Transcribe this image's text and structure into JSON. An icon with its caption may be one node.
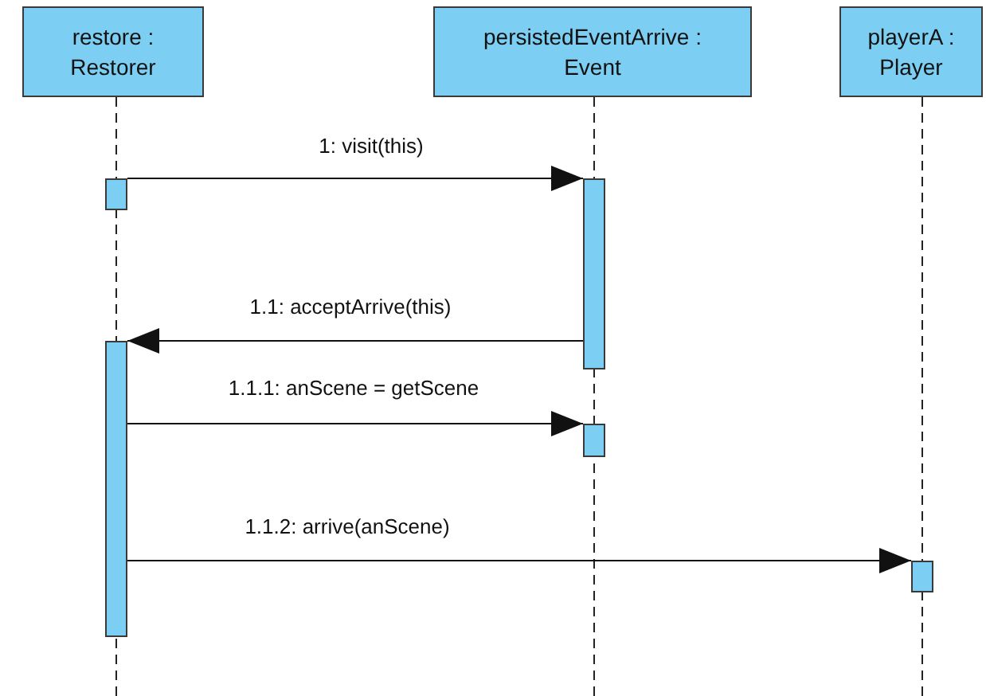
{
  "diagram": {
    "nodes": [
      {
        "text": [
          "restore : Restorer"
        ]
      },
      {
        "text": [
          "persistedEventArrive : Event"
        ]
      },
      {
        "text": [
          "playerA : Player"
        ]
      },
      {
        "text": [],
        "shape": "bar"
      },
      {
        "text": [],
        "shape": "bar"
      },
      {
        "text": [],
        "shape": "bar"
      },
      {
        "text": [],
        "shape": "bar"
      },
      {
        "text": [],
        "shape": "bar"
      }
    ],
    "edges": [
      {
        "from": 3,
        "to": 4,
        "arrow": "to",
        "label": "1: visit(this)"
      },
      {
        "from": 4,
        "to": 5,
        "arrow": "to",
        "label": "1.1: acceptArrive(this)"
      },
      {
        "from": 5,
        "to": 6,
        "arrow": "to",
        "label": "1.1.1: anScene = getScene"
      },
      {
        "from": 5,
        "to": 7,
        "arrow": "to",
        "label": "1.1.2: arrive(anScene)"
      }
    ]
  }
}
